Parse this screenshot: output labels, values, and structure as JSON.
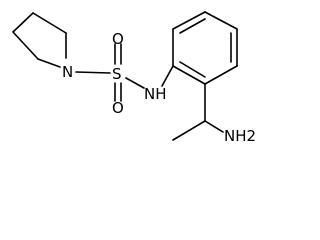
{
  "molecule": {
    "atoms": {
      "ring_nitrogen": "N",
      "sulfur": "S",
      "oxygen_top": "O",
      "oxygen_bottom": "O",
      "sulfonamide_nh": "NH",
      "amine_nh2": "NH2"
    }
  }
}
